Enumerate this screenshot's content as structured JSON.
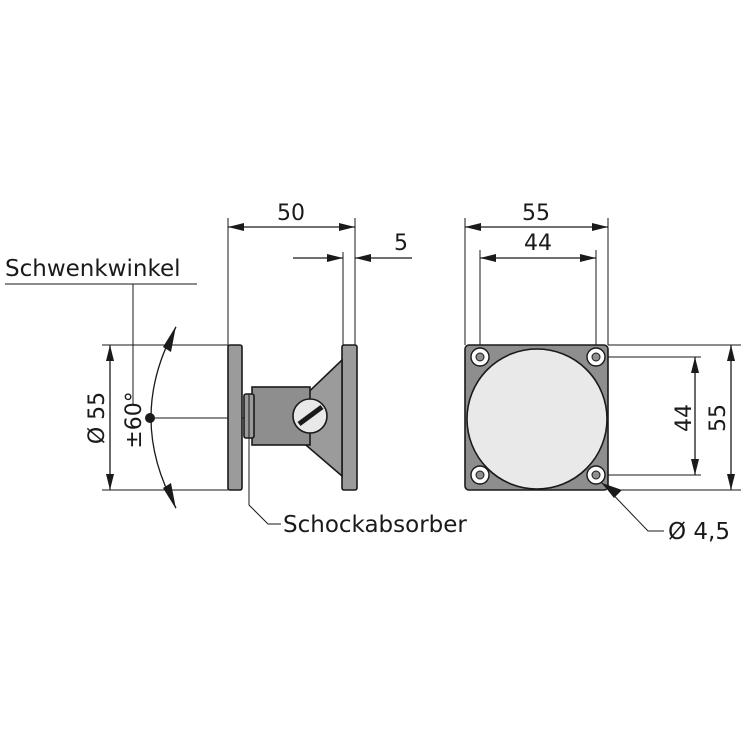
{
  "callouts": {
    "swivel_angle": "Schwenkwinkel",
    "shock_absorber": "Schockabsorber"
  },
  "dimensions": {
    "side_depth": "50",
    "plate_thickness": "5",
    "flange_diameter": "Ø 55",
    "swivel_range": "±60°",
    "square_width": "55",
    "hole_spacing_horizontal": "44",
    "hole_spacing_vertical": "44",
    "square_height": "55",
    "hole_diameter": "Ø 4,5"
  }
}
